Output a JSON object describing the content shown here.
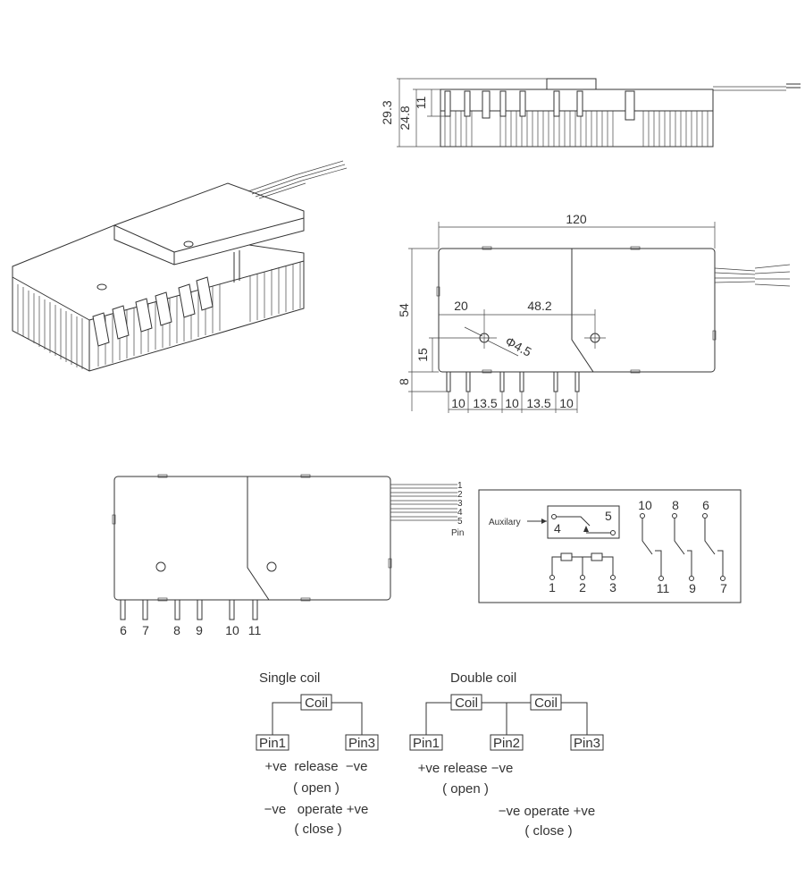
{
  "side_view": {
    "dims": {
      "total": "29.3",
      "body": "24.8",
      "pin": "11"
    }
  },
  "top_view": {
    "dims": {
      "length": "120",
      "width": "54",
      "hole_x": "20",
      "hole_spacing": "48.2",
      "hole_y": "15",
      "hole_dia": "Φ4.5",
      "pin_len": "8",
      "pin_pitch": [
        "10",
        "13.5",
        "10",
        "13.5",
        "10"
      ]
    }
  },
  "pinout": {
    "wire_pins": [
      "1",
      "2",
      "3",
      "4",
      "5"
    ],
    "wire_pin_label": "Pin",
    "bottom_pins": [
      "6",
      "7",
      "8",
      "9",
      "10",
      "11"
    ]
  },
  "schematic": {
    "auxiliary_label": "Auxilary",
    "aux_pins": [
      "4",
      "5"
    ],
    "coil_pins": [
      "1",
      "2",
      "3"
    ],
    "contact_top": [
      "10",
      "8",
      "6"
    ],
    "contact_bottom": [
      "11",
      "9",
      "7"
    ]
  },
  "single_coil": {
    "title": "Single coil",
    "coil": "Coil",
    "pin_left": "Pin1",
    "pin_right": "Pin3",
    "line1": "+ve  release  −ve",
    "line2": "( open )",
    "line3": "−ve   operate +ve",
    "line4": "( close )"
  },
  "double_coil": {
    "title": "Double coil",
    "coil_left": "Coil",
    "coil_right": "Coil",
    "pin1": "Pin1",
    "pin2": "Pin2",
    "pin3": "Pin3",
    "line1": "+ve release −ve",
    "line2": "( open )",
    "line3": "−ve operate +ve",
    "line4": "( close )"
  }
}
